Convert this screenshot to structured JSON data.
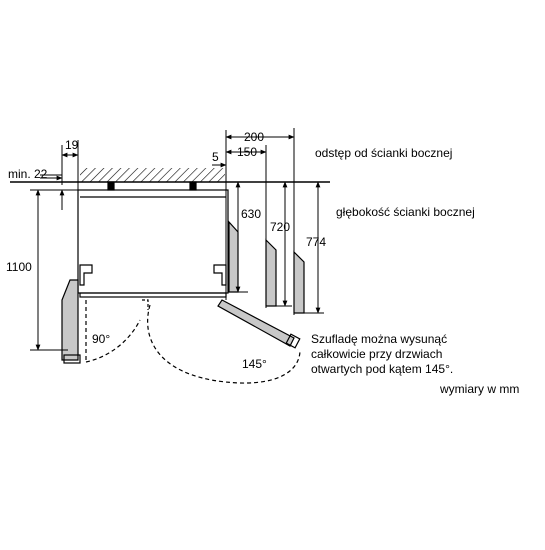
{
  "dimensions": {
    "d19": "19",
    "d5": "5",
    "d200": "200",
    "d150": "150",
    "min22": "min. 22",
    "d1100": "1100",
    "d630": "630",
    "d720": "720",
    "d774": "774",
    "angle90": "90°",
    "angle145": "145°"
  },
  "labels": {
    "side_wall_gap": "odstęp od ścianki bocznej",
    "side_wall_depth": "głębokość ścianki bocznej",
    "drawer_note_line1": "Szufladę można wysunąć",
    "drawer_note_line2": "całkowicie przy drzwiach",
    "drawer_note_line3": "otwartych pod kątem 145°.",
    "units": "wymiary w mm"
  }
}
